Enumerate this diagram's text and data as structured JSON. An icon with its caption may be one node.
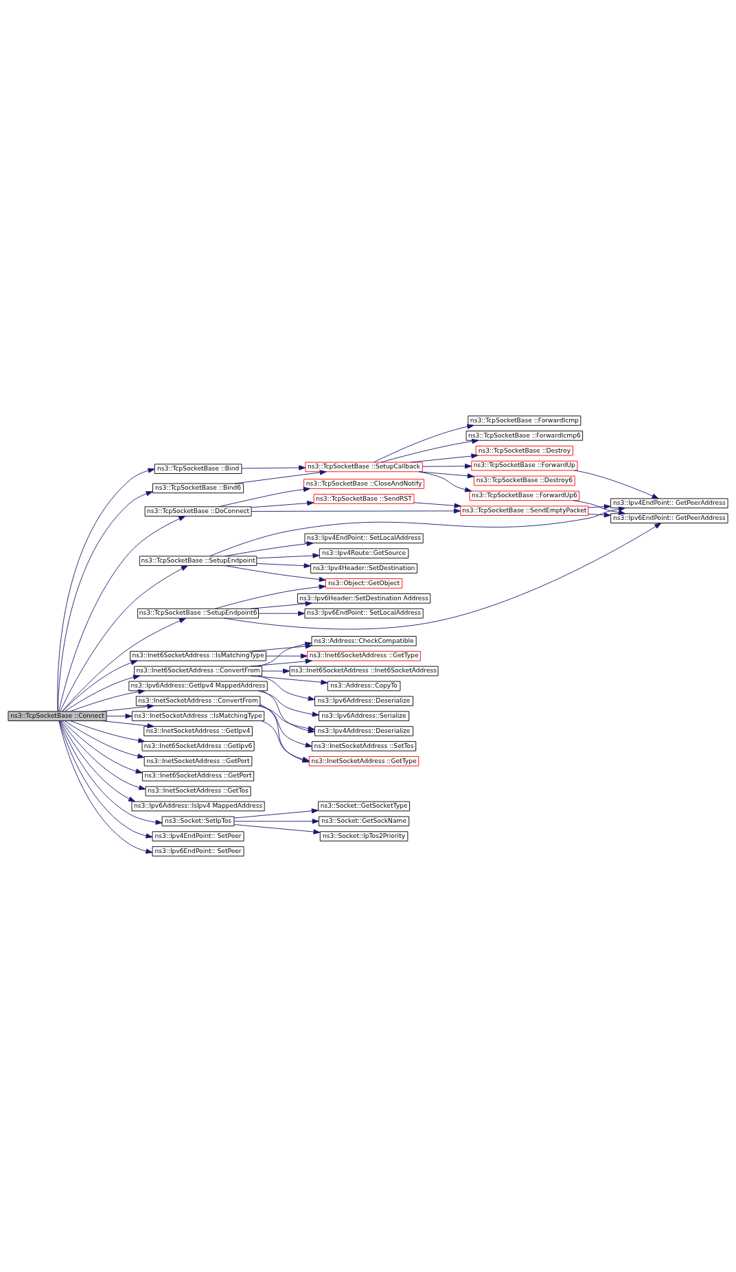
{
  "diagram": {
    "nodes": [
      {
        "text": [
          "ns3::TcpSocketBase ::Connect"
        ]
      },
      {
        "text": [
          "ns3::TcpSocketBase ::Bind6"
        ]
      },
      {
        "text": [
          "ns3::TcpSocketBase ::Bind"
        ]
      },
      {
        "text": [
          "ns3::TcpSocketBase ::DoConnect"
        ]
      },
      {
        "text": [
          "ns3::TcpSocketBase ::SetupEndpoint"
        ]
      },
      {
        "text": [
          "ns3::TcpSocketBase ::SetupEndpoint6"
        ]
      },
      {
        "text": [
          "ns3::Inet6SocketAddress ::IsMatchingType"
        ]
      },
      {
        "text": [
          "ns3::Inet6SocketAddress ::ConvertFrom"
        ]
      },
      {
        "text": [
          "ns3::Ipv6Address::GetIpv4 MappedAddress"
        ]
      },
      {
        "text": [
          "ns3::InetSocketAddress ::ConvertFrom"
        ]
      },
      {
        "text": [
          "ns3::InetSocketAddress ::IsMatchingType"
        ]
      },
      {
        "text": [
          "ns3::InetSocketAddress ::GetIpv4"
        ]
      },
      {
        "text": [
          "ns3::Inet6SocketAddress ::GetIpv6"
        ]
      },
      {
        "text": [
          "ns3::InetSocketAddress ::GetPort"
        ]
      },
      {
        "text": [
          "ns3::Inet6SocketAddress ::GetPort"
        ]
      },
      {
        "text": [
          "ns3::InetSocketAddress ::GetTos"
        ]
      },
      {
        "text": [
          "ns3::Ipv6Address::IsIpv4 MappedAddress"
        ]
      },
      {
        "text": [
          "ns3::Socket::SetIpTos"
        ]
      },
      {
        "text": [
          "ns3::Ipv4EndPoint:: SetPeer"
        ]
      },
      {
        "text": [
          "ns3::Ipv6EndPoint:: SetPeer"
        ]
      },
      {
        "text": [
          "ns3::TcpSocketBase ::SetupCallback"
        ]
      },
      {
        "text": [
          "ns3::TcpSocketBase ::CloseAndNotify"
        ]
      },
      {
        "text": [
          "ns3::TcpSocketBase ::SendRST"
        ]
      },
      {
        "text": [
          "ns3::Ipv4Route::GetSource"
        ]
      },
      {
        "text": [
          "ns3::Ipv4Header::SetDestination"
        ]
      },
      {
        "text": [
          "ns3::Ipv4EndPoint:: SetLocalAddress"
        ]
      },
      {
        "text": [
          "ns3::Object::GetObject"
        ]
      },
      {
        "text": [
          "ns3::Ipv6Header::SetDestination Address"
        ]
      },
      {
        "text": [
          "ns3::Ipv6EndPoint:: SetLocalAddress"
        ]
      },
      {
        "text": [
          "ns3::Inet6SocketAddress ::GetType"
        ]
      },
      {
        "text": [
          "ns3::Address::CheckCompatible"
        ]
      },
      {
        "text": [
          "ns3::Inet6SocketAddress ::Inet6SocketAddress"
        ]
      },
      {
        "text": [
          "ns3::Address::CopyTo"
        ]
      },
      {
        "text": [
          "ns3::Ipv6Address::Deserialize"
        ]
      },
      {
        "text": [
          "ns3::Ipv6Address::Serialize"
        ]
      },
      {
        "text": [
          "ns3::Ipv4Address::Deserialize"
        ]
      },
      {
        "text": [
          "ns3::InetSocketAddress ::SetTos"
        ]
      },
      {
        "text": [
          "ns3::InetSocketAddress ::GetType"
        ]
      },
      {
        "text": [
          "ns3::Socket::GetSocketType"
        ]
      },
      {
        "text": [
          "ns3::Socket::GetSockName"
        ]
      },
      {
        "text": [
          "ns3::Socket::IpTos2Priority"
        ]
      },
      {
        "text": [
          "ns3::TcpSocketBase ::Destroy"
        ]
      },
      {
        "text": [
          "ns3::TcpSocketBase ::ForwardUp"
        ]
      },
      {
        "text": [
          "ns3::TcpSocketBase ::Destroy6"
        ]
      },
      {
        "text": [
          "ns3::TcpSocketBase ::ForwardIcmp"
        ]
      },
      {
        "text": [
          "ns3::TcpSocketBase ::ForwardIcmp6"
        ]
      },
      {
        "text": [
          "ns3::TcpSocketBase ::ForwardUp6"
        ]
      },
      {
        "text": [
          "ns3::TcpSocketBase ::SendEmptyPacket"
        ]
      },
      {
        "text": [
          "ns3::Ipv4EndPoint:: GetPeerAddress"
        ]
      },
      {
        "text": [
          "ns3::Ipv6EndPoint:: GetPeerAddress"
        ]
      }
    ],
    "edges": [
      {
        "from": 0,
        "to": 1,
        "arrow": "to"
      },
      {
        "from": 0,
        "to": 2,
        "arrow": "to"
      },
      {
        "from": 0,
        "to": 3,
        "arrow": "to"
      },
      {
        "from": 0,
        "to": 4,
        "arrow": "to"
      },
      {
        "from": 0,
        "to": 5,
        "arrow": "to"
      },
      {
        "from": 0,
        "to": 6,
        "arrow": "to"
      },
      {
        "from": 0,
        "to": 7,
        "arrow": "to"
      },
      {
        "from": 0,
        "to": 8,
        "arrow": "to"
      },
      {
        "from": 0,
        "to": 9,
        "arrow": "to"
      },
      {
        "from": 0,
        "to": 10,
        "arrow": "to"
      },
      {
        "from": 0,
        "to": 11,
        "arrow": "to"
      },
      {
        "from": 0,
        "to": 12,
        "arrow": "to"
      },
      {
        "from": 0,
        "to": 13,
        "arrow": "to"
      },
      {
        "from": 0,
        "to": 14,
        "arrow": "to"
      },
      {
        "from": 0,
        "to": 15,
        "arrow": "to"
      },
      {
        "from": 0,
        "to": 16,
        "arrow": "to"
      },
      {
        "from": 0,
        "to": 17,
        "arrow": "to"
      },
      {
        "from": 0,
        "to": 18,
        "arrow": "to"
      },
      {
        "from": 0,
        "to": 19,
        "arrow": "to"
      },
      {
        "from": 1,
        "to": 20,
        "arrow": "to"
      },
      {
        "from": 2,
        "to": 20,
        "arrow": "to"
      },
      {
        "from": 3,
        "to": 21,
        "arrow": "to"
      },
      {
        "from": 3,
        "to": 22,
        "arrow": "to"
      },
      {
        "from": 3,
        "to": 47,
        "arrow": "to"
      },
      {
        "from": 4,
        "to": 48,
        "arrow": "to"
      },
      {
        "from": 4,
        "to": 23,
        "arrow": "to"
      },
      {
        "from": 4,
        "to": 24,
        "arrow": "to"
      },
      {
        "from": 4,
        "to": 25,
        "arrow": "to"
      },
      {
        "from": 4,
        "to": 26,
        "arrow": "to"
      },
      {
        "from": 5,
        "to": 26,
        "arrow": "to"
      },
      {
        "from": 5,
        "to": 49,
        "arrow": "to"
      },
      {
        "from": 5,
        "to": 27,
        "arrow": "to"
      },
      {
        "from": 5,
        "to": 28,
        "arrow": "to"
      },
      {
        "from": 6,
        "to": 29,
        "arrow": "to"
      },
      {
        "from": 6,
        "to": 30,
        "arrow": "to"
      },
      {
        "from": 7,
        "to": 29,
        "arrow": "to"
      },
      {
        "from": 7,
        "to": 30,
        "arrow": "to"
      },
      {
        "from": 7,
        "to": 31,
        "arrow": "to"
      },
      {
        "from": 7,
        "to": 32,
        "arrow": "to"
      },
      {
        "from": 7,
        "to": 33,
        "arrow": "to"
      },
      {
        "from": 8,
        "to": 34,
        "arrow": "to"
      },
      {
        "from": 8,
        "to": 35,
        "arrow": "to"
      },
      {
        "from": 9,
        "to": 35,
        "arrow": "to"
      },
      {
        "from": 9,
        "to": 36,
        "arrow": "to"
      },
      {
        "from": 9,
        "to": 37,
        "arrow": "to"
      },
      {
        "from": 10,
        "to": 37,
        "arrow": "to"
      },
      {
        "from": 17,
        "to": 38,
        "arrow": "to"
      },
      {
        "from": 17,
        "to": 39,
        "arrow": "to"
      },
      {
        "from": 17,
        "to": 40,
        "arrow": "to"
      },
      {
        "from": 20,
        "to": 41,
        "arrow": "to"
      },
      {
        "from": 20,
        "to": 42,
        "arrow": "to"
      },
      {
        "from": 20,
        "to": 43,
        "arrow": "to"
      },
      {
        "from": 20,
        "to": 44,
        "arrow": "to"
      },
      {
        "from": 20,
        "to": 45,
        "arrow": "to"
      },
      {
        "from": 20,
        "to": 46,
        "arrow": "to"
      },
      {
        "from": 22,
        "to": 47,
        "arrow": "to"
      },
      {
        "from": 42,
        "to": 48,
        "arrow": "to"
      },
      {
        "from": 46,
        "to": 49,
        "arrow": "to"
      },
      {
        "from": 47,
        "to": 48,
        "arrow": "to"
      },
      {
        "from": 47,
        "to": 49,
        "arrow": "to"
      }
    ]
  }
}
